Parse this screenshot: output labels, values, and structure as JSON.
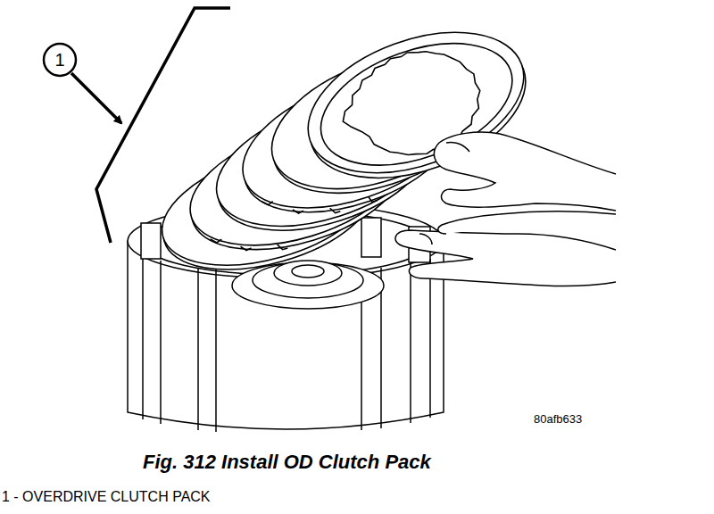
{
  "diagram": {
    "caption": "Fig. 312 Install OD Clutch Pack",
    "labels": [
      "1",
      "80afb633",
      "1 - OVERDRIVE CLUTCH PACK"
    ]
  }
}
